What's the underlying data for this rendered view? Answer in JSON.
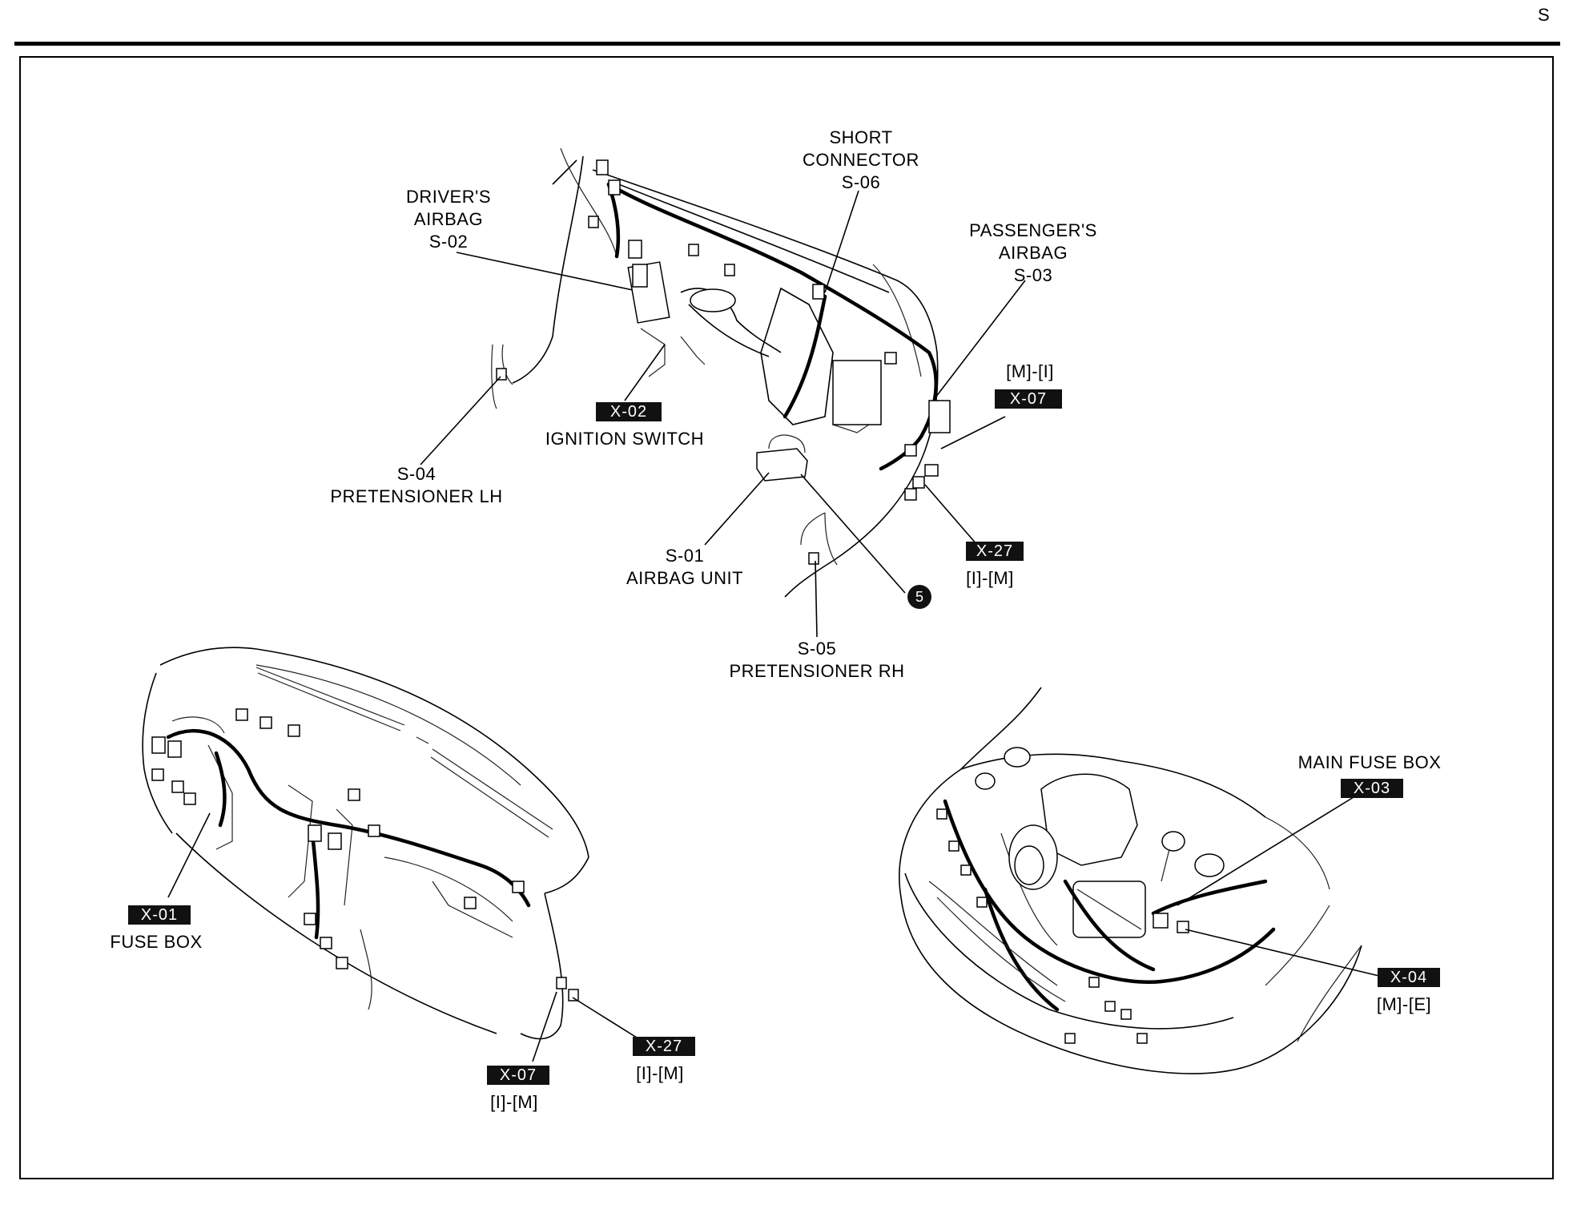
{
  "page_letter": "S",
  "top_view": {
    "short_connector": [
      "SHORT",
      "CONNECTOR",
      "S-06"
    ],
    "drivers_airbag": [
      "DRIVER'S",
      "AIRBAG",
      "S-02"
    ],
    "passengers_airbag": [
      "PASSENGER'S",
      "AIRBAG",
      "S-03"
    ],
    "x07": {
      "code": "X-07",
      "ref": "[M]-[I]"
    },
    "x02": {
      "code": "X-02",
      "name": "IGNITION SWITCH"
    },
    "s04": [
      "S-04",
      "PRETENSIONER LH"
    ],
    "s01": [
      "S-01",
      "AIRBAG UNIT"
    ],
    "x27": {
      "code": "X-27",
      "ref": "[I]-[M]"
    },
    "circle_number": "5",
    "s05": [
      "S-05",
      "PRETENSIONER RH"
    ]
  },
  "dash_view": {
    "x01": {
      "code": "X-01",
      "name": "FUSE BOX"
    },
    "x07": {
      "code": "X-07",
      "ref": "[I]-[M]"
    },
    "x27": {
      "code": "X-27",
      "ref": "[I]-[M]"
    }
  },
  "engine_view": {
    "x03": {
      "code": "X-03",
      "name": "MAIN FUSE BOX"
    },
    "x04": {
      "code": "X-04",
      "ref": "[M]-[E]"
    }
  }
}
